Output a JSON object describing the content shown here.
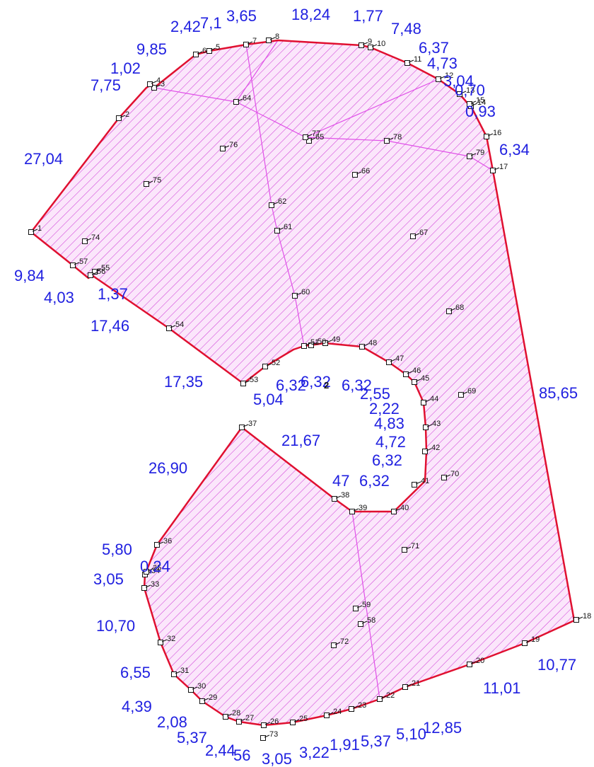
{
  "colors": {
    "boundary": "#e01030",
    "hatch": "#d040d8",
    "inner_lines": "#e050e8",
    "edge_labels": "#1f1fe0",
    "point_labels": "#111111"
  },
  "edge_labels": [
    "2,42",
    "7,1",
    "3,65",
    "18,24",
    "1,77",
    "7,48",
    "9,85",
    "6,37",
    "1,02",
    "4,73",
    "3,04",
    "7,75",
    "0,70",
    "0,93",
    "6,34",
    "27,04",
    "9,84",
    "4,03",
    "1,37",
    "17,46",
    "17,35",
    "5,04",
    "6,32",
    "6,32",
    "6,32",
    "2,55",
    "2,22",
    "4,83",
    "4,72",
    "6,32",
    "21,67",
    "47",
    "6,32",
    "85,65",
    "26,90",
    "5,80",
    "0,24",
    "3,05",
    "10,70",
    "6,55",
    "4,39",
    "2,08",
    "5,37",
    "2,44",
    "56",
    "3,05",
    "3,22",
    "1,91",
    "5,37",
    "5,10",
    "12,85",
    "11,01",
    "10,77"
  ],
  "point_labels": [
    "1",
    "2",
    "3",
    "4",
    "5",
    "6",
    "7",
    "8",
    "9",
    "10",
    "11",
    "12",
    "13",
    "14",
    "15",
    "16",
    "17",
    "18",
    "19",
    "20",
    "21",
    "22",
    "23",
    "24",
    "25",
    "26",
    "27",
    "28",
    "29",
    "30",
    "31",
    "32",
    "33",
    "34",
    "35",
    "36",
    "37",
    "38",
    "39",
    "40",
    "41",
    "42",
    "43",
    "44",
    "45",
    "46",
    "47",
    "48",
    "49",
    "50",
    "51",
    "52",
    "53",
    "54",
    "55",
    "56",
    "57",
    "58",
    "59",
    "60",
    "61",
    "62",
    "64",
    "65",
    "66",
    "67",
    "68",
    "69",
    "70",
    "71",
    "72",
    "73",
    "74",
    "75",
    "76",
    "77",
    "78",
    "79"
  ],
  "area_label": "2"
}
